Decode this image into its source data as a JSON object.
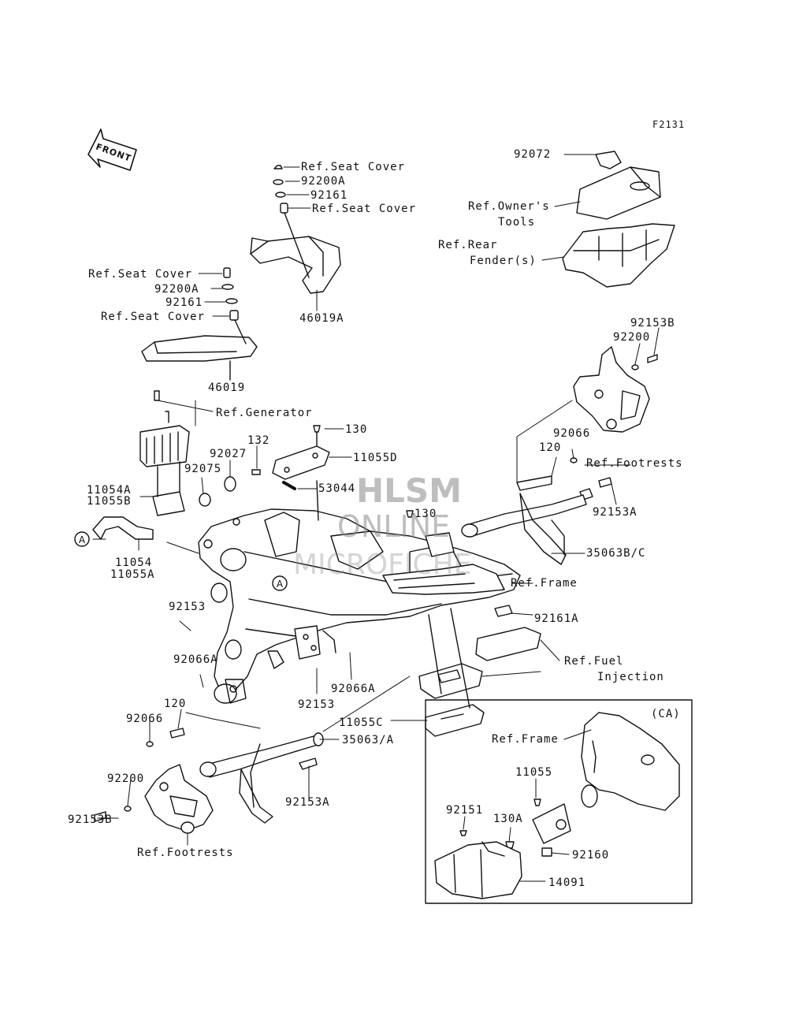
{
  "figure_code": "F2131",
  "front_arrow": "FRONT",
  "watermark": {
    "line1": "HLSM",
    "line2": "ONLINE",
    "line3": "MICROFICHE"
  },
  "ca_box_label": "(CA)",
  "circle_marker": "A",
  "labels": {
    "ref_seat_cover_top1": "Ref.Seat Cover",
    "p92200A_top": "92200A",
    "p92161_top": "92161",
    "ref_seat_cover_top2": "Ref.Seat Cover",
    "p46019A": "46019A",
    "ref_seat_cover_left1": "Ref.Seat Cover",
    "p92200A_left": "92200A",
    "p92161_left": "92161",
    "ref_seat_cover_left2": "Ref.Seat Cover",
    "p46019": "46019",
    "p92072": "92072",
    "ref_owners_line1": "Ref.Owner's",
    "ref_owners_line2": "Tools",
    "ref_rear_line1": "Ref.Rear",
    "ref_rear_line2": "Fender(s)",
    "p92153B_right": "92153B",
    "p92200_right": "92200",
    "ref_generator": "Ref.Generator",
    "p130_top": "130",
    "p11055D": "11055D",
    "p132": "132",
    "p92027": "92027",
    "p92075": "92075",
    "p53044": "53044",
    "p11054A": "11054A",
    "p11055B": "11055B",
    "p11054": "11054",
    "p11055A": "11055A",
    "p92066_right": "92066",
    "p120_right": "120",
    "ref_footrests_right": "Ref.Footrests",
    "p92153A_right": "92153A",
    "p130_mid": "130",
    "p35063BC": "35063B/C",
    "ref_frame_mid": "Ref.Frame",
    "p92153_left": "92153",
    "p92161A": "92161A",
    "ref_fuel_line1": "Ref.Fuel",
    "ref_fuel_line2": "Injection",
    "p92066A_left": "92066A",
    "p92066A_mid": "92066A",
    "p92153_mid": "92153",
    "p120_left": "120",
    "p92066_left": "92066",
    "p11055C": "11055C",
    "p35063A": "35063/A",
    "p92200_left": "92200",
    "p92153B_left": "92153B",
    "p92153A_left": "92153A",
    "ref_footrests_left": "Ref.Footrests",
    "ref_frame_ca": "Ref.Frame",
    "p11055_ca": "11055",
    "p92151": "92151",
    "p130A": "130A",
    "p92160": "92160",
    "p14091": "14091"
  }
}
